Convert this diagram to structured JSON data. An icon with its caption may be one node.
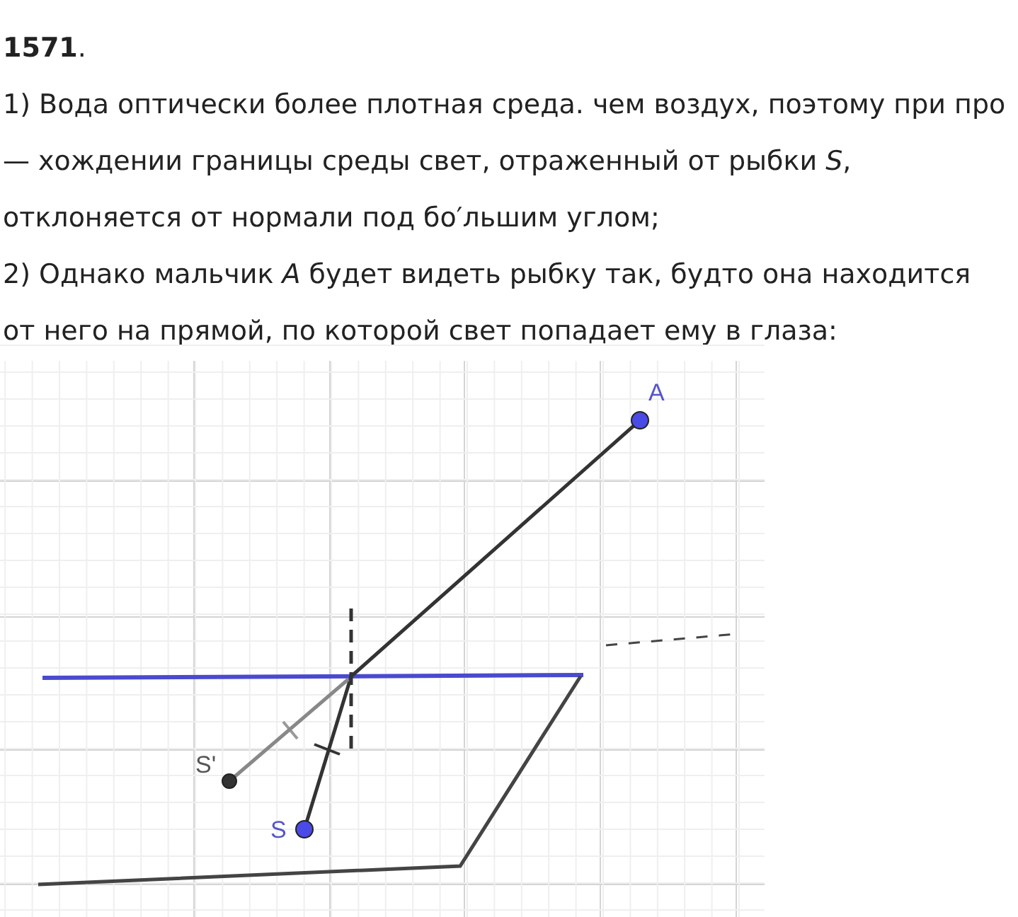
{
  "diagram": {
    "title": "**1571**.",
    "nodes": [
      {
        "text": [
          "A"
        ]
      },
      {
        "text": [
          "S'"
        ]
      },
      {
        "text": [
          "S"
        ]
      }
    ],
    "edges": [
      {
        "from": 2,
        "to": 0,
        "arrow": "none"
      },
      {
        "from": 1,
        "to": null,
        "arrow": "none",
        "color": "#888888"
      }
    ],
    "labels": [
      "1) Вода оптически более плотная среда. чем воздух, поэтому при про — хождении границы среды свет, отраженный от рыбки *S*, отклоняется от нормали под бо′льшим углом;",
      "2) Однако мальчик *A* будет видеть рыбку так, будто она находится от него на прямой, по которой свет попадает ему в глаза:"
    ]
  }
}
